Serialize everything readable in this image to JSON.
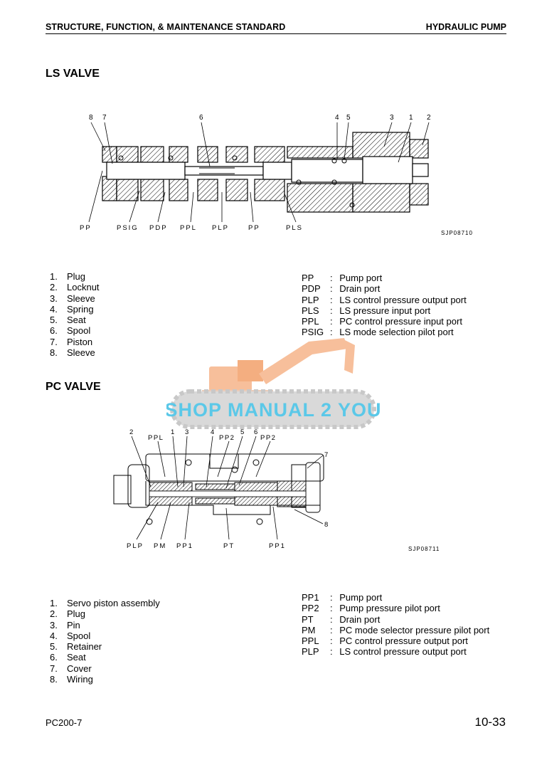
{
  "header": {
    "left": "STRUCTURE, FUNCTION, & MAINTENANCE STANDARD",
    "right": "HYDRAULIC PUMP"
  },
  "ls_valve": {
    "title": "LS VALVE",
    "figure_id": "SJP08710",
    "callouts": [
      "8",
      "7",
      "6",
      "4",
      "5",
      "3",
      "1",
      "2"
    ],
    "port_labels": [
      "PP",
      "PSIG",
      "PDP",
      "PPL",
      "PLP",
      "PP",
      "PLS"
    ],
    "parts": [
      {
        "num": "1.",
        "name": "Plug"
      },
      {
        "num": "2.",
        "name": "Locknut"
      },
      {
        "num": "3.",
        "name": "Sleeve"
      },
      {
        "num": "4.",
        "name": "Spring"
      },
      {
        "num": "5.",
        "name": "Seat"
      },
      {
        "num": "6.",
        "name": "Spool"
      },
      {
        "num": "7.",
        "name": "Piston"
      },
      {
        "num": "8.",
        "name": "Sleeve"
      }
    ],
    "ports": [
      {
        "code": "PP",
        "desc": "Pump port"
      },
      {
        "code": "PDP",
        "desc": "Drain port"
      },
      {
        "code": "PLP",
        "desc": "LS control pressure output port"
      },
      {
        "code": "PLS",
        "desc": "LS pressure input port"
      },
      {
        "code": "PPL",
        "desc": "PC control pressure input port"
      },
      {
        "code": "PSIG",
        "desc": "LS mode selection pilot port"
      }
    ]
  },
  "watermark": {
    "text": "SHOP MANUAL 2 YOU"
  },
  "pc_valve": {
    "title": "PC VALVE",
    "figure_id": "SJP08711",
    "top_labels": [
      "2",
      "PPL",
      "1",
      "3",
      "4",
      "PP2",
      "5",
      "6",
      "PP2",
      "7"
    ],
    "side_label": "8",
    "port_labels": [
      "PLP",
      "PM",
      "PP1",
      "PT",
      "PP1"
    ],
    "parts": [
      {
        "num": "1.",
        "name": "Servo piston assembly"
      },
      {
        "num": "2.",
        "name": "Plug"
      },
      {
        "num": "3.",
        "name": "Pin"
      },
      {
        "num": "4.",
        "name": "Spool"
      },
      {
        "num": "5.",
        "name": "Retainer"
      },
      {
        "num": "6.",
        "name": "Seat"
      },
      {
        "num": "7.",
        "name": "Cover"
      },
      {
        "num": "8.",
        "name": "Wiring"
      }
    ],
    "ports": [
      {
        "code": "PP1",
        "desc": "Pump port"
      },
      {
        "code": "PP2",
        "desc": "Pump pressure pilot port"
      },
      {
        "code": "PT",
        "desc": "Drain port"
      },
      {
        "code": "PM",
        "desc": "PC mode selector pressure pilot port"
      },
      {
        "code": "PPL",
        "desc": "PC control pressure output port"
      },
      {
        "code": "PLP",
        "desc": "LS control pressure output port"
      }
    ]
  },
  "footer": {
    "model": "PC200-7",
    "page": "10-33"
  }
}
